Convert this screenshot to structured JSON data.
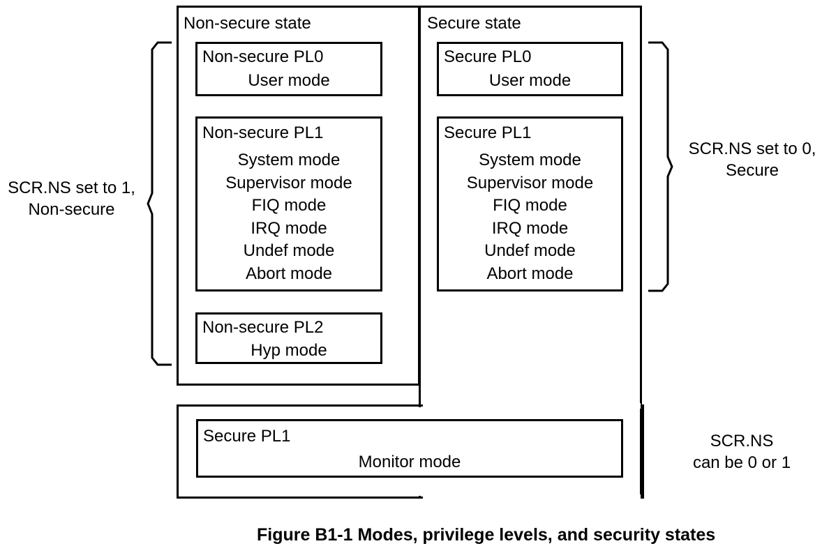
{
  "figure": {
    "caption": "Figure B1-1 Modes, privilege levels, and security states"
  },
  "non_secure_state": {
    "label": "Non-secure state",
    "levels": [
      {
        "name": "non-secure-pl0",
        "label": "Non-secure PL0",
        "modes": [
          "User mode"
        ]
      },
      {
        "name": "non-secure-pl1",
        "label": "Non-secure PL1",
        "modes": [
          "System mode",
          "Supervisor mode",
          "FIQ mode",
          "IRQ mode",
          "Undef mode",
          "Abort mode"
        ]
      },
      {
        "name": "non-secure-pl2",
        "label": "Non-secure PL2",
        "modes": [
          "Hyp mode"
        ]
      }
    ]
  },
  "secure_state": {
    "label": "Secure state",
    "levels": [
      {
        "name": "secure-pl0",
        "label": "Secure PL0",
        "modes": [
          "User mode"
        ]
      },
      {
        "name": "secure-pl1",
        "label": "Secure PL1",
        "modes": [
          "System mode",
          "Supervisor mode",
          "FIQ mode",
          "IRQ mode",
          "Undef mode",
          "Abort mode"
        ]
      }
    ]
  },
  "monitor": {
    "label": "Secure PL1",
    "modes": [
      "Monitor mode"
    ]
  },
  "annotations": {
    "left": {
      "line1": "SCR.NS set to 1,",
      "line2": "Non-secure"
    },
    "right_top": {
      "line1": "SCR.NS set to 0,",
      "line2": "Secure"
    },
    "right_bottom": {
      "line1": "SCR.NS",
      "line2": "can be 0 or 1"
    }
  },
  "colors": {
    "line": "#000000",
    "background": "#ffffff",
    "text": "#000000"
  }
}
